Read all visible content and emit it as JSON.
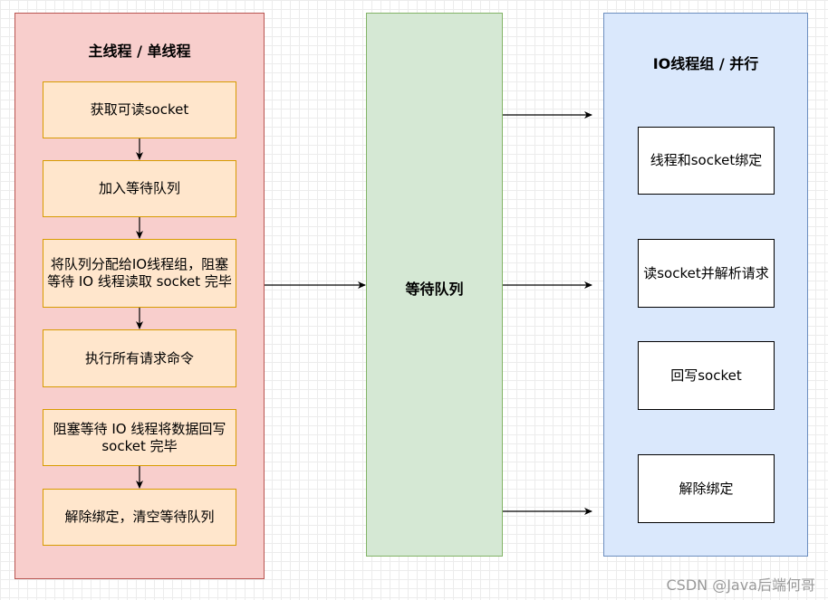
{
  "main_thread": {
    "title": "主线程 / 单线程",
    "steps": [
      "获取可读socket",
      "加入等待队列",
      "将队列分配给IO线程组，阻塞等待 IO 线程读取 socket 完毕",
      "执行所有请求命令",
      "阻塞等待 IO 线程将数据回写 socket 完毕",
      "解除绑定，清空等待队列"
    ]
  },
  "wait_queue": {
    "label": "等待队列"
  },
  "io_group": {
    "title": "IO线程组 / 并行",
    "tasks": [
      "线程和socket绑定",
      "读socket并解析请求",
      "回写socket",
      "解除绑定"
    ]
  },
  "colors": {
    "main_fill": "#f8cecc",
    "main_border": "#b85450",
    "step_fill": "#ffe6cc",
    "step_border": "#d79b00",
    "queue_fill": "#d5e8d4",
    "queue_border": "#82b366",
    "io_fill": "#dae8fc",
    "io_border": "#6c8ebf"
  },
  "watermark": "CSDN @Java后端何哥"
}
